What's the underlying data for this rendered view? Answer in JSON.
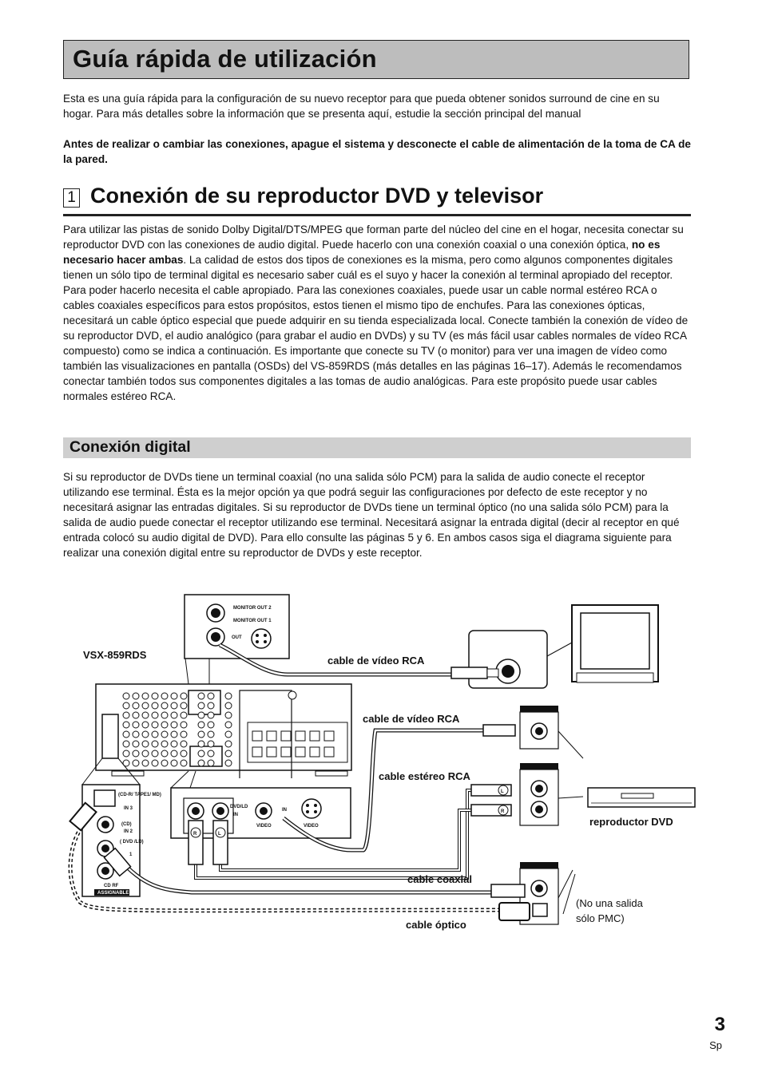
{
  "page_title": "Guía rápida de utilización",
  "intro": "Esta es una guía rápida para la configuración de su nuevo receptor para que pueda obtener sonidos surround de cine en su hogar. Para más detalles sobre la información que se presenta aquí, estudie la sección principal del manual",
  "warning": "Antes de realizar o cambiar las conexiones, apague el sistema y desconecte el cable de alimentación de la toma de CA de la pared.",
  "section1": {
    "number": "1",
    "title": "Conexión de su reproductor DVD y televisor",
    "body_pre": "Para utilizar las pistas de sonido Dolby Digital/DTS/MPEG que forman parte del núcleo del cine en el hogar, necesita conectar su reproductor DVD con las conexiones de audio digital. Puede hacerlo con una conexión coaxial o una conexión óptica, ",
    "body_bold": "no es necesario hacer ambas",
    "body_post": ". La calidad de estos dos tipos de conexiones es la misma, pero como algunos componentes digitales tienen un sólo tipo de terminal digital es necesario saber cuál es el suyo y hacer la conexión al terminal apropiado del receptor. Para poder hacerlo necesita el cable apropiado. Para las conexiones coaxiales, puede usar un cable normal estéreo RCA o cables coaxiales específicos para estos propósitos, estos tienen el mismo tipo de enchufes. Para las conexiones ópticas, necesitará un cable óptico especial que puede adquirir en su tienda especializada local. Conecte también la conexión de vídeo de su reproductor DVD, el audio analógico (para grabar el audio en DVDs) y su TV (es más fácil usar cables normales de vídeo RCA compuesto) como se indica a continuación. Es importante que conecte su TV (o monitor) para ver una imagen de vídeo como también las visualizaciones en pantalla (OSDs) del VS-859RDS (más detalles en las páginas 16–17). Además le recomendamos conectar también todos sus componentes digitales a las tomas de audio analógicas. Para este propósito puede usar cables normales estéreo RCA."
  },
  "subsection": {
    "title": "Conexión digital",
    "body": "Si su reproductor de DVDs tiene un terminal coaxial (no una salida sólo PCM) para la salida de audio conecte el receptor utilizando ese terminal. Ésta es la mejor opción  ya que podrá seguir las configuraciones por defecto de este receptor y no necesitará asignar las entradas digitales. Si su reproductor de DVDs tiene un terminal óptico (no una salida sólo PCM) para la salida de audio puede conectar el receptor utilizando ese terminal. Necesitará asignar la entrada digital (decir al receptor en qué entrada colocó su audio digital de DVD). Para ello consulte las páginas 5 y 6. En ambos casos siga el diagrama siguiente para realizar una conexión digital entre su reproductor de DVDs y este receptor."
  },
  "diagram": {
    "model": "VSX-859RDS",
    "cable_video_1": "cable de vídeo RCA",
    "cable_video_2": "cable de vídeo RCA",
    "cable_stereo": "cable estéreo RCA",
    "cable_coax": "cable coaxial",
    "cable_optical": "cable óptico",
    "dvd_player": "reproductor DVD",
    "note_line1": "(No una salida",
    "note_line2": "sólo PMC)",
    "monitor_out_2": "MONITOR OUT 2",
    "monitor_out_1": "MONITOR OUT 1",
    "out": "OUT",
    "in": "IN",
    "video": "VIDEO",
    "dvd_ld": "DVD/LD",
    "assignable": "ASSIGNABLE",
    "cdr_tape": "(CD-R/ TAPE1/ MD)",
    "in_3": "IN 3",
    "cd": "(CD)",
    "in_2": "IN 2",
    "dvd_ld_paren": "( DVD /LD)",
    "in_1": "1",
    "cd_rf": "CD RF",
    "plug_r": "R",
    "plug_l": "L"
  },
  "page_number": "3",
  "page_lang": "Sp"
}
